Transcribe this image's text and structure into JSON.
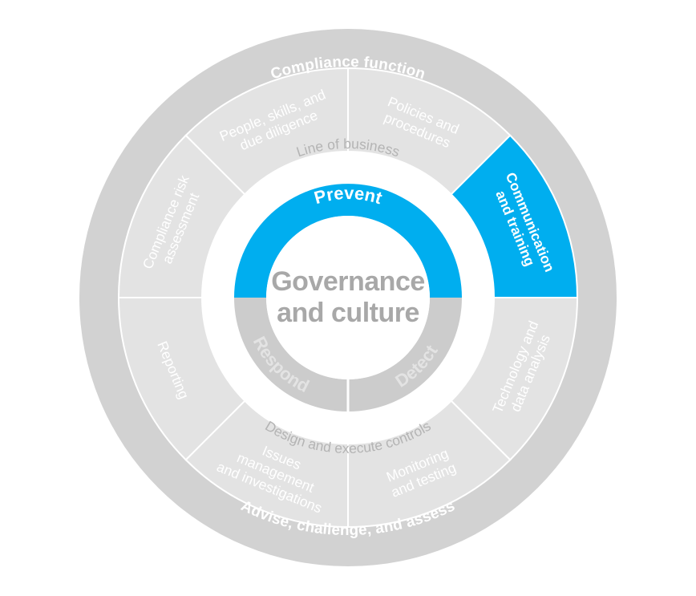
{
  "outer_ring": {
    "top_label": "Compliance function",
    "bottom_label": "Advise, challenge, and assess"
  },
  "segments": [
    {
      "id": "policies",
      "lines": [
        "Policies and",
        "procedures"
      ],
      "active": false
    },
    {
      "id": "communication",
      "lines": [
        "Communication",
        "and training"
      ],
      "active": true
    },
    {
      "id": "technology",
      "lines": [
        "Technology and",
        "data analysis"
      ],
      "active": false
    },
    {
      "id": "monitoring",
      "lines": [
        "Monitoring",
        "and testing"
      ],
      "active": false
    },
    {
      "id": "issues",
      "lines": [
        "Issues",
        "management",
        "and investigations"
      ],
      "active": false
    },
    {
      "id": "reporting",
      "lines": [
        "Reporting"
      ],
      "active": false
    },
    {
      "id": "risk-assessment",
      "lines": [
        "Compliance risk",
        "assessment"
      ],
      "active": false
    },
    {
      "id": "people",
      "lines": [
        "People, skills, and",
        "due diligence"
      ],
      "active": false
    }
  ],
  "white_ring": {
    "top_label": "Line of business",
    "bottom_label": "Design and execute controls"
  },
  "phases": {
    "prevent": "Prevent",
    "detect": "Detect",
    "respond": "Respond"
  },
  "center": {
    "line1": "Governance",
    "line2": "and culture"
  },
  "colors": {
    "accent": "#00aeef",
    "outer_ring": "#d2d2d2",
    "segment": "#e3e3e3",
    "phase_gray": "#cccccc",
    "text_gray": "#b4b4b4"
  }
}
